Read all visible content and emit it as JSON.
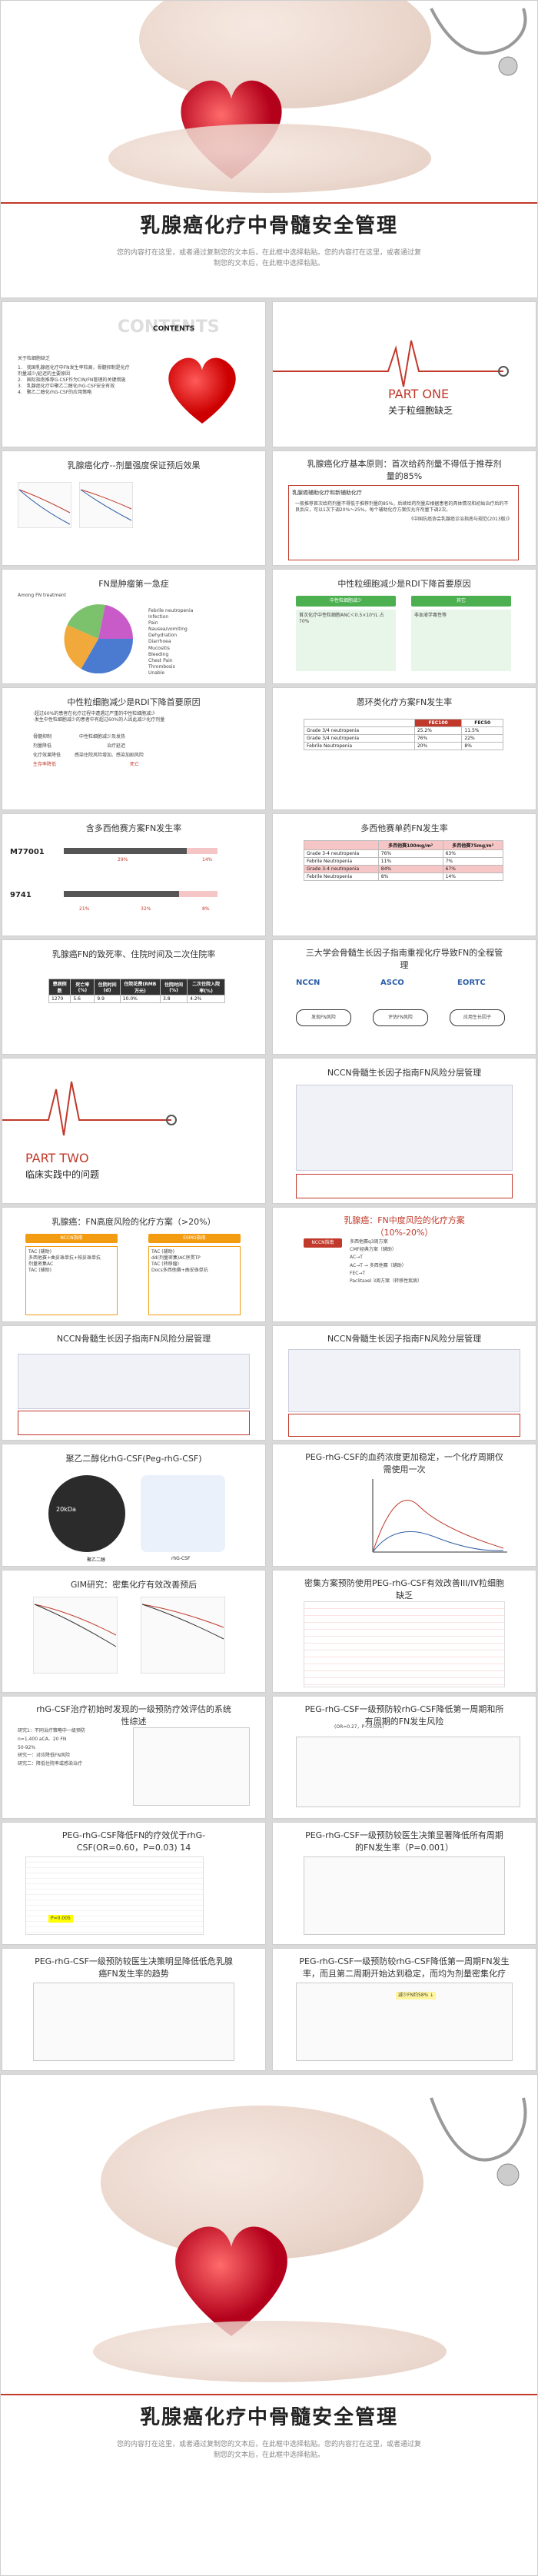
{
  "cover": {
    "title": "乳腺癌化疗中骨髓安全管理",
    "subtitle": "您的内容打在这里，或者通过复制您的文本后，在此框中选择粘贴。您的内容打在这里，或者通过复制您的文本后，在此框中选择粘贴。"
  },
  "contents": {
    "heading": "CONTENTS",
    "intro": "关于粒细胞缺乏",
    "items": [
      "1.　我国乳腺癌化疗中FN发生率较高，骨髓抑制是化疗剂量减少/延迟的主要原因",
      "2.　国际指南推荐G-CSF作为CIN/FN管理的关键措施",
      "3.　乳腺癌化疗中聚乙二醇化rhG-CSF安全有效",
      "4.　聚乙二醇化rhG-CSF的应用策略"
    ]
  },
  "part_one": {
    "label": "PART ONE",
    "title": "关于粒细胞缺乏"
  },
  "s_chemo_effect": {
    "title": "乳腺癌化疗--剂量强度保证预后效果"
  },
  "s_dose": {
    "title": "乳腺癌化疗基本原则：首次给药剂量不得低于推荐剂量的85%",
    "box1": "乳腺癌辅助化疗和新辅助化疗",
    "text": "一般推荐首次给药剂量不得低于推荐剂量的85%，后续给药剂量应根据患者的具体情况和初始治疗后的不良反应，可以1次下调20%～25%。每个辅助化疗方案仅允许剂量下调2次。",
    "source": "《中国抗癌协会乳腺癌诊治指南与规范(2013版)》"
  },
  "s_fn_emergency": {
    "title": "FN是肿瘤第一急症",
    "chart_note": "Among FN treatment",
    "legend": [
      "Febrile neutropenia",
      "Infection",
      "Pain",
      "Nausea/vomiting",
      "Dehydration",
      "Diarrhoea",
      "Mucositis",
      "Bleeding",
      "Chest Pain",
      "Thrombosis",
      "Unable"
    ]
  },
  "s_moderate_anc": {
    "title": "中性粒细胞减少是RDI下降首要原因",
    "left_tag": "中性粒细胞减少",
    "right_tag": "其它",
    "left_text": "首次化疗中性粒细胞ANC＜0.5×10⁹/L 占 70%",
    "right_text": "非血液学毒性等"
  },
  "s_rdi": {
    "title": "中性粒细胞减少是RDI下降首要原因",
    "lines": [
      "·超过60%的患者在化疗过程中遭遇过严重的中性粒细胞减少",
      "·发生中性粒细胞减少的患者中有超过60%的人因此减少化疗剂量",
      "骨髓抑制　　　　　　中性粒细胞减少及发热",
      "剂量降低　　　　　　　　　　　　治疗延迟",
      "化疗效果降低　　　感染住院风险增加、感染加剧风险",
      "生存率降低　　　　　　　　　　　　　　　　死亡"
    ],
    "highlight_1": "60%",
    "highlight_2": "60%"
  },
  "s_fec_rate": {
    "title": "蒽环类化疗方案FN发生率",
    "headers": [
      "",
      "FEC100",
      "FEC50"
    ],
    "rows": [
      [
        "Grade 3/4 neutropenia",
        "25.2%",
        "11.5%"
      ],
      [
        "Grade 3/4 neutropenia",
        "76%",
        "22%"
      ],
      [
        "Febrile Neutropenia",
        "20%",
        "8%"
      ]
    ]
  },
  "s_multi_regimen": {
    "title": "含多西他赛方案FN发生率",
    "studies": [
      "M77001",
      "9741"
    ],
    "pct": [
      "29%",
      "14%",
      "21%",
      "32%",
      "8%"
    ]
  },
  "s_doc_rate": {
    "title": "多西他赛单药FN发生率",
    "headers": [
      "",
      "多西他赛100mg/m²",
      "多西他赛75mg/m²"
    ],
    "rows": [
      [
        "Grade 3-4 neutropenia",
        "76%",
        "63%"
      ],
      [
        "Febrile Neutropenia",
        "11%",
        "7%"
      ],
      [
        "Grade 3-4 neutropenia",
        "84%",
        "67%"
      ],
      [
        "Febrile Neutropenia",
        "8%",
        "14%"
      ]
    ]
  },
  "s_fn_mortality": {
    "title": "乳腺癌FN的致死率、住院时间及二次住院率",
    "headers": [
      "患病例数",
      "死亡率(%)",
      "住院时间(d)",
      "住院花费(RMB万元)",
      "住院时间(%)",
      "二次住院入院率(%)"
    ],
    "row": [
      "1270",
      "5.6",
      "9.9",
      "10.0%",
      "3.8",
      "4.2%"
    ]
  },
  "s_guidelines": {
    "title": "三大学会骨髓生长因子指南重视化疗导致FN的全程管理",
    "logos": [
      "NCCN",
      "ASCO",
      "EORTC"
    ],
    "flow": [
      "发现FN风险",
      "评估FN风险",
      "应用生长因子"
    ]
  },
  "part_two": {
    "label": "PART TWO",
    "title": "临床实践中的问题"
  },
  "s_nccn_fn": {
    "title": "NCCN骨髓生长因子指南FN风险分层管理"
  },
  "s_breast_high": {
    "title": "乳腺癌：FN高度风险的化疗方案（>20%）",
    "left_tag": "NCCN指南",
    "right_tag": "ESMO指南",
    "left_items": [
      "TAC (辅助)",
      "多西他赛+曲妥珠单抗+帕妥珠单抗",
      "剂量密集AC",
      "TAC (辅助)"
    ],
    "right_items": [
      "TAC (辅助)",
      "dd(剂量密集)AC序贯TP",
      "TAC (转移瘤)",
      "Docs多西他赛+曲妥珠单抗"
    ]
  },
  "s_breast_mid": {
    "title": "乳腺癌：FN中度风险的化疗方案（10%-20%）",
    "tag": "NCCN指南",
    "items": [
      "多西他赛q3周方案",
      "CMF经典方案（辅助）",
      "AC→T",
      "AC→T → 多西他赛（辅助）",
      "FEC→T",
      "Paclitaxel 3周方案（转移性疾病）"
    ]
  },
  "s_nccn_growth": {
    "title": "NCCN骨髓生长因子指南FN风险分层管理"
  },
  "s_nccn_g2": {
    "title": "NCCN骨髓生长因子指南FN风险分层管理"
  },
  "s_peg": {
    "title": "聚乙二醇化rhG-CSF(Peg-rhG-CSF)",
    "labels": [
      "20kDa",
      "聚乙二醇",
      "rhG-CSF"
    ]
  },
  "s_peg_dose": {
    "title": "PEG-rhG-CSF的血药浓度更加稳定，一个化疗周期仅需使用一次"
  },
  "s_gim": {
    "title": "GIM研究：密集化疗有效改善预后"
  },
  "s_dense_prog": {
    "title": "密集方案预防使用PEG-rhG-CSF有效改善III/IV粒细胞缺乏"
  },
  "s_rhg_vs": {
    "title": "rhG-CSF治疗初始时发现的一级预防疗效评估的系统性综述",
    "points": [
      "研究1：不同治疗策略中一级预防",
      "n=1,400 aCA、20 FN",
      "50-92%",
      "研究一：对应降低FN风险",
      "研究二：降低住院率或感染治疗"
    ]
  },
  "s_peg_cycle": {
    "title": "PEG-rhG-CSF一级预防较rhG-CSF降低第一周期和所有周期的FN发生风险",
    "stat": "(OR=0.27，P＜0.001)"
  },
  "s_peg_reduce": {
    "title": "PEG-rhG-CSF降低FN的疗效优于rhG-CSF(OR=0.60，P=0.03) 14",
    "note": "P=0.005"
  },
  "s_peg_all": {
    "title": "PEG-rhG-CSF一级预防较医生决策显著降低所有周期的FN发生率（P=0.001）"
  },
  "s_peg_low": {
    "title": "PEG-rhG-CSF一级预防较医生决策明显降低低危乳腺癌FN发生率的趋势"
  },
  "s_peg_long": {
    "title": "PEG-rhG-CSF一级预防较rhG-CSF降低第一周期FN发生率，而且第二周期开始达到稳定，而均为剂量密集化疗",
    "note": "减少FN约58% ↓"
  },
  "closing": {
    "title": "乳腺癌化疗中骨髓安全管理",
    "subtitle": "您的内容打在这里，或者通过复制您的文本后，在此框中选择粘贴。您的内容打在这里，或者通过复制您的文本后，在此框中选择粘贴。"
  },
  "colors": {
    "accent": "#c0392b",
    "green": "#4caf50",
    "blue": "#2e5fa8"
  }
}
